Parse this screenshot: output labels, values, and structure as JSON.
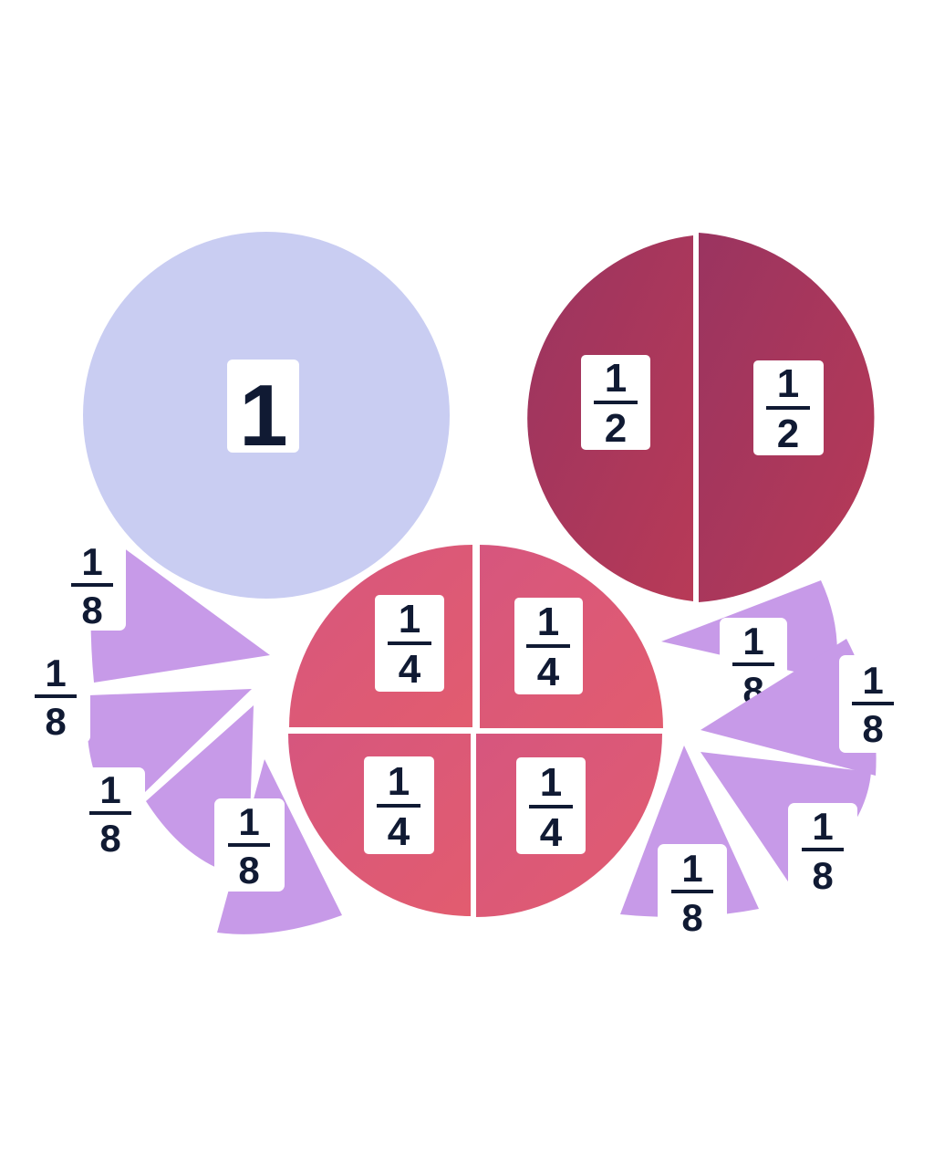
{
  "colors": {
    "background": "#ffffff",
    "whole": "#c9cdf2",
    "half": "#a83a5e",
    "quarter": "#d95f7c",
    "eighth": "#c79ae8",
    "card": "#ffffff",
    "digit": "#101a33"
  },
  "pieces": {
    "whole": {
      "numerator": "1"
    },
    "halves": [
      {
        "numerator": "1",
        "denominator": "2"
      },
      {
        "numerator": "1",
        "denominator": "2"
      }
    ],
    "quarters": [
      {
        "numerator": "1",
        "denominator": "4"
      },
      {
        "numerator": "1",
        "denominator": "4"
      },
      {
        "numerator": "1",
        "denominator": "4"
      },
      {
        "numerator": "1",
        "denominator": "4"
      }
    ],
    "eighths": [
      {
        "numerator": "1",
        "denominator": "8"
      },
      {
        "numerator": "1",
        "denominator": "8"
      },
      {
        "numerator": "1",
        "denominator": "8"
      },
      {
        "numerator": "1",
        "denominator": "8"
      },
      {
        "numerator": "1",
        "denominator": "8"
      },
      {
        "numerator": "1",
        "denominator": "8"
      },
      {
        "numerator": "1",
        "denominator": "8"
      },
      {
        "numerator": "1",
        "denominator": "8"
      }
    ]
  }
}
